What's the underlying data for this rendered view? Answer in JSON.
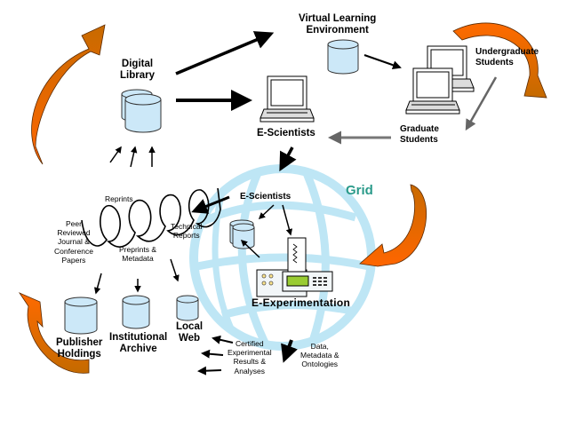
{
  "diagram": {
    "title": "E-Science information flow diagram",
    "nodes": {
      "digital_library": "Digital\nLibrary",
      "vle": "Virtual Learning\nEnvironment",
      "undergraduate": "Undergraduate\nStudents",
      "graduate": "Graduate\nStudents",
      "e_scientists_top": "E-Scientists",
      "grid": "Grid",
      "e_scientists_grid": "E-Scientists",
      "e_experimentation": "E-Experimentation",
      "publisher_holdings": "Publisher\nHoldings",
      "institutional_archive": "Institutional\nArchive",
      "local_web": "Local\nWeb"
    },
    "annotations": {
      "reprints": "Reprints",
      "peer_reviewed": "Peer\nReviewed\nJournal &\nConference\nPapers",
      "technical_reports": "Technical\nReports",
      "preprints": "Preprints &\nMetadata",
      "certified_results": "Certified\nExperimental\nResults &\nAnalyses",
      "data_metadata": "Data,\nMetadata &\nOntologies"
    },
    "colors": {
      "cylinder_fill": "#cce8f8",
      "globe": "#b8e4f4",
      "orange_light": "#ff6600",
      "orange_dark": "#c86400",
      "grid_text": "#2a9a8a",
      "screen_green": "#99cc33"
    }
  }
}
